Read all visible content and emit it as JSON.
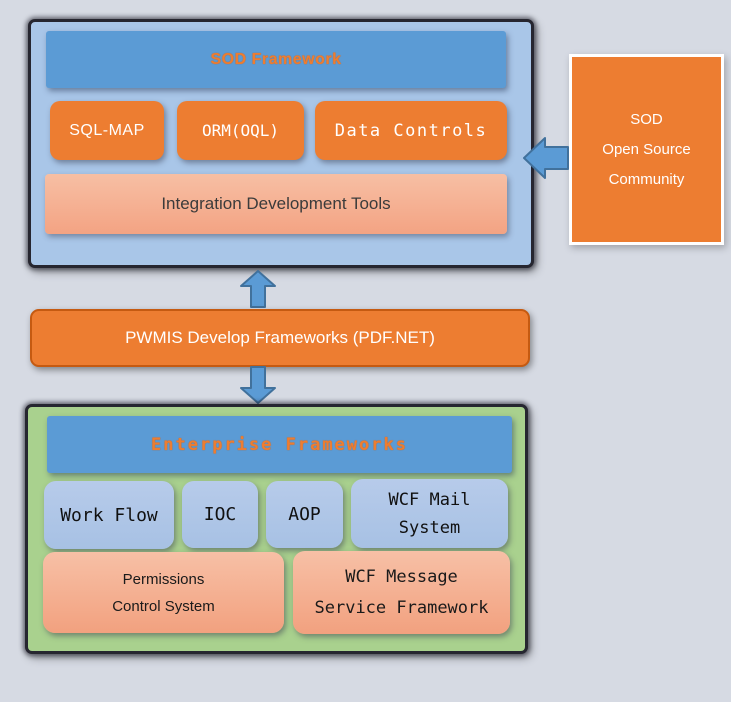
{
  "sod_framework": {
    "title": "SOD Framework",
    "modules": [
      {
        "label": "SQL-MAP"
      },
      {
        "label": "ORM(OQL)"
      },
      {
        "label": "Data Controls"
      }
    ],
    "tools_bar": "Integration Development Tools"
  },
  "community": {
    "line1": "SOD",
    "line2": "Open Source",
    "line3": "Community"
  },
  "pwmis": {
    "label": "PWMIS Develop Frameworks (PDF.NET)"
  },
  "enterprise": {
    "title": "Enterprise Frameworks",
    "modules": [
      {
        "label": "Work Flow"
      },
      {
        "label": "IOC"
      },
      {
        "label": "AOP"
      },
      {
        "line1": "WCF Mail",
        "line2": "System"
      }
    ],
    "systems": [
      {
        "line1": "Permissions",
        "line2": "Control System"
      },
      {
        "line1": "WCF Message",
        "line2": "Service Framework"
      }
    ]
  },
  "icons": {
    "arrow_up": "up-arrow-connector",
    "arrow_down": "down-arrow-connector",
    "arrow_left": "left-arrow-connector"
  },
  "colors": {
    "background": "#d6dae3",
    "container_blue": "#a9c6e8",
    "container_green": "#a9d18e",
    "container_border": "#262630",
    "header_blue": "#5b9bd5",
    "title_orange": "#ed7d31",
    "node_orange": "#ed7d31",
    "orange_border": "#c55a11",
    "salmon_top": "#f7c0a6",
    "salmon_bottom": "#f2a17f",
    "light_blue_node": "#b7cbea",
    "arrow_fill": "#5b9bd5",
    "arrow_stroke": "#41719c",
    "text_white": "#ffffff",
    "text_dark": "#3b3b3b"
  }
}
